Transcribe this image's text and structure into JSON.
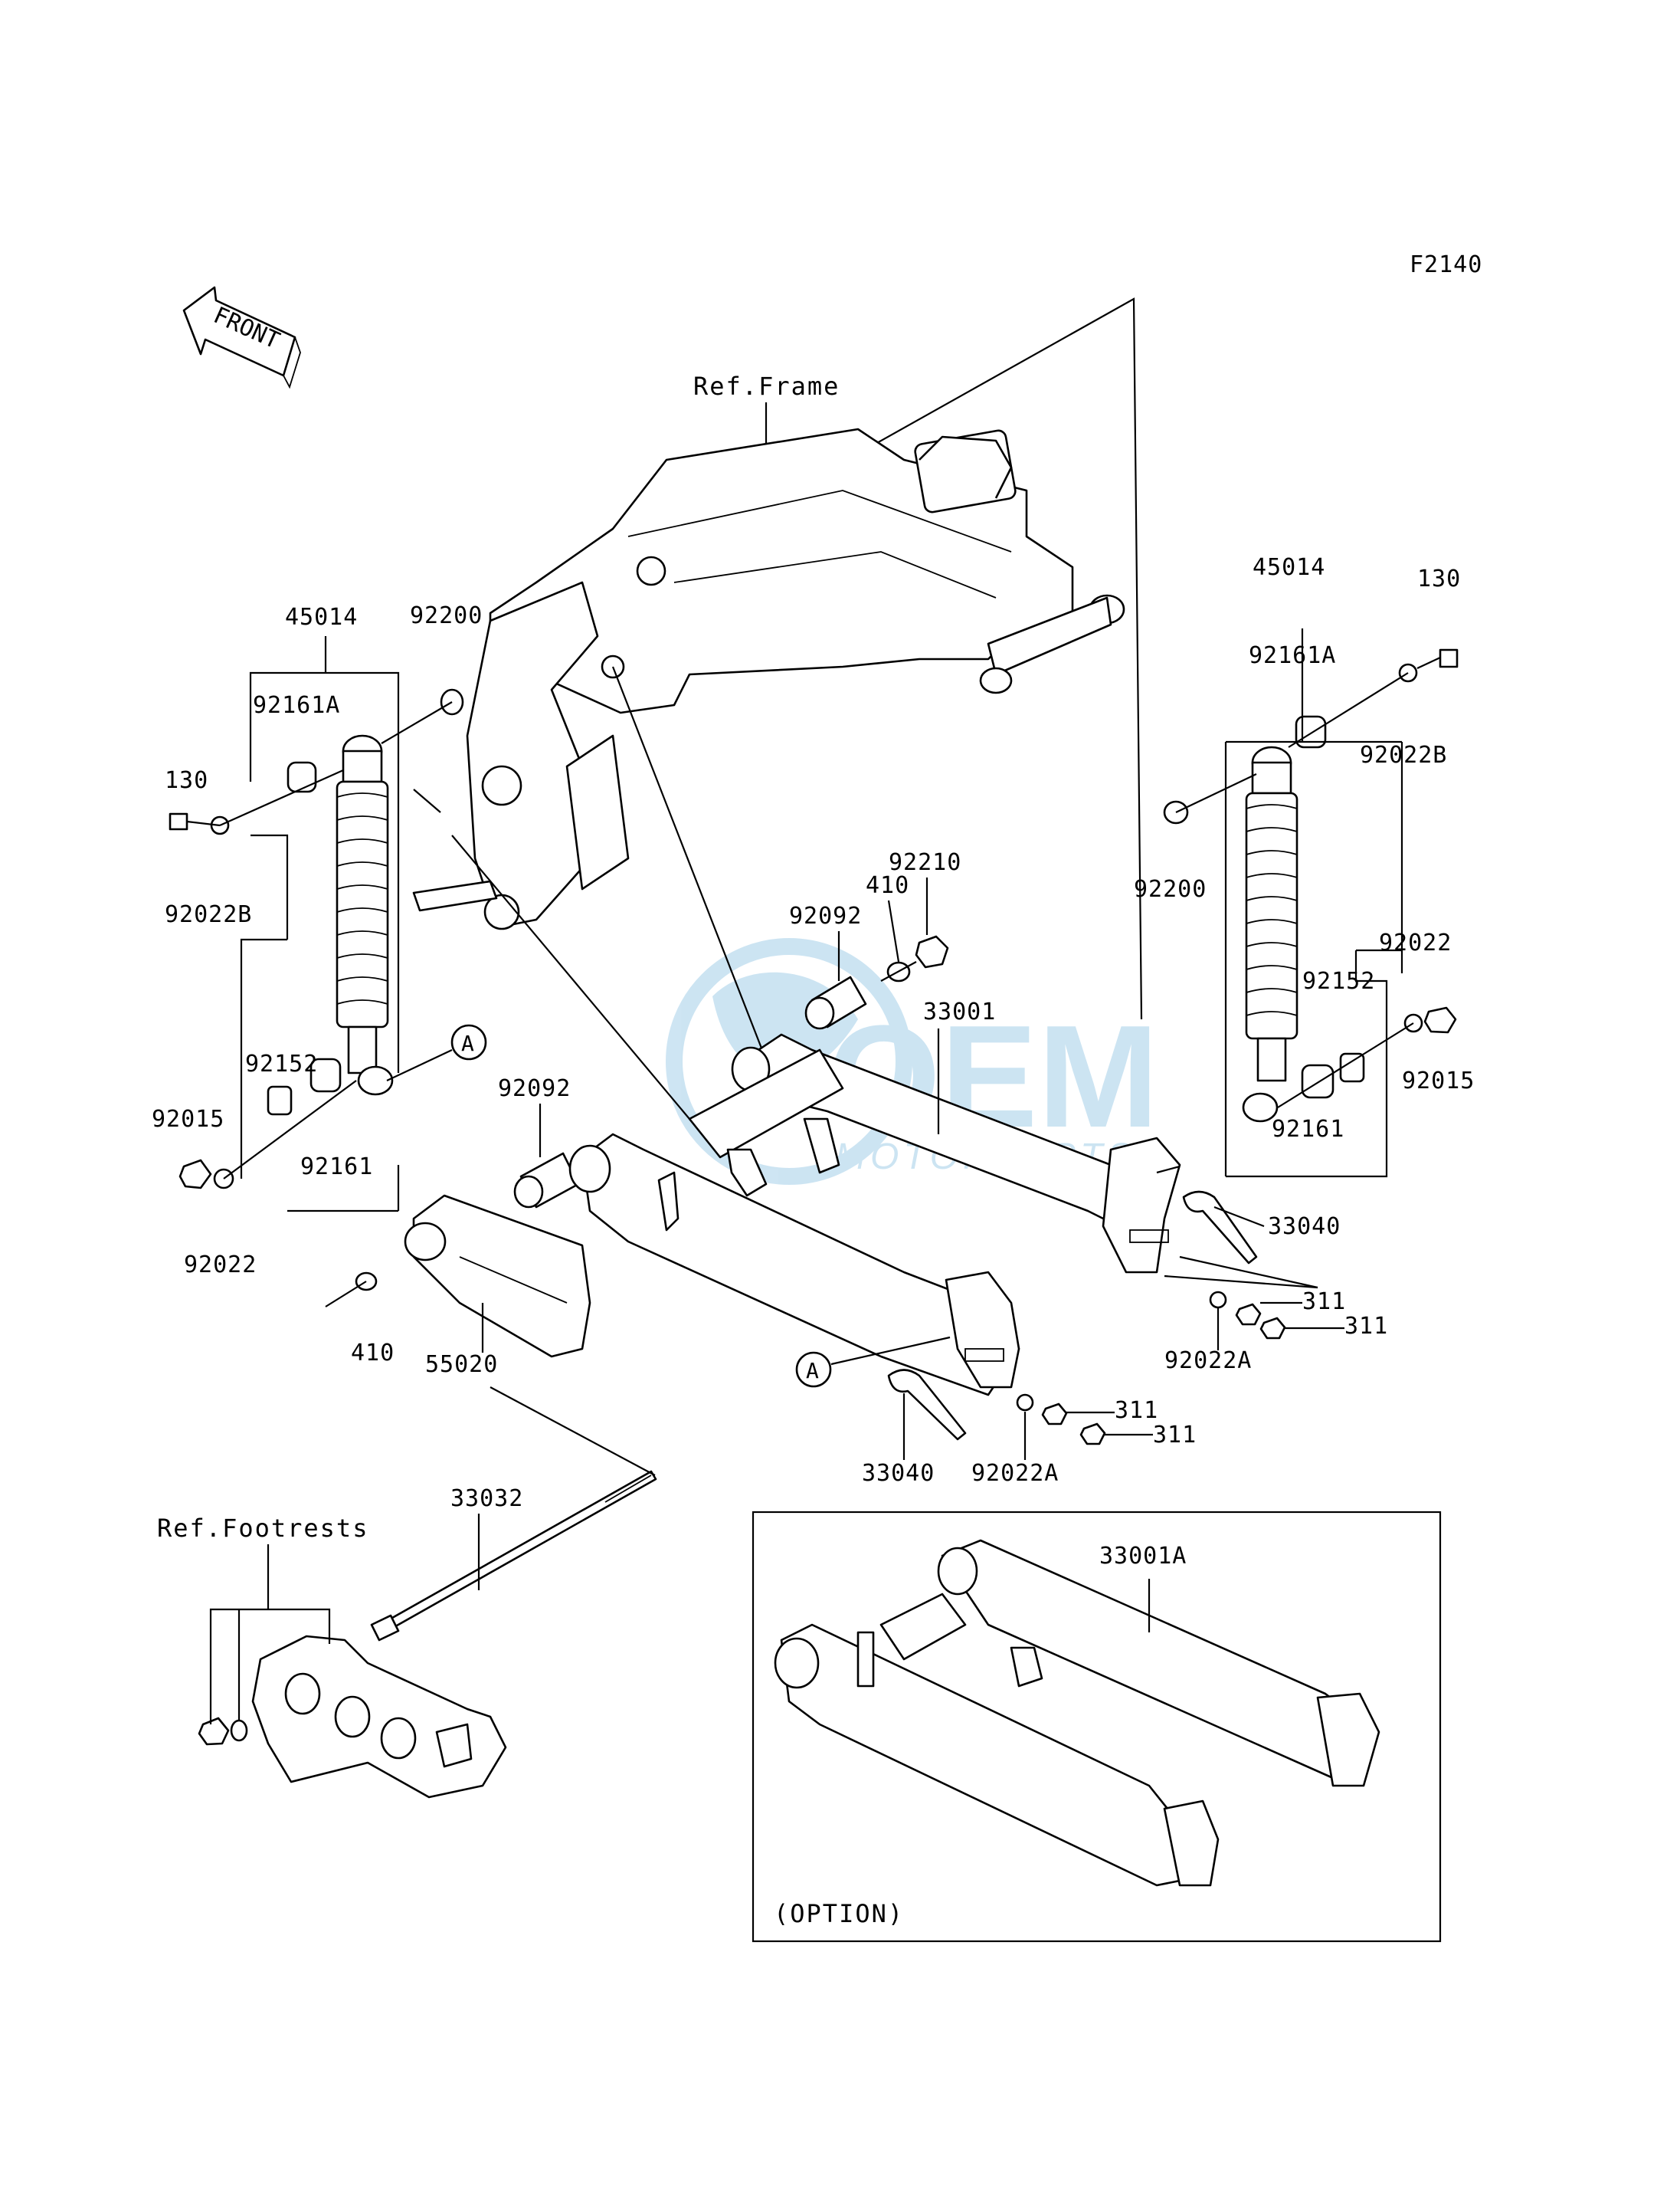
{
  "diagram_code": "F2140",
  "front_label": "FRONT",
  "ref_frame": "Ref.Frame",
  "ref_footrests": "Ref.Footrests",
  "option_label": "(OPTION)",
  "callout_a": "A",
  "watermark": {
    "brand": "OEM",
    "sub": "MOTORPARTS",
    "color": "#1e88c8"
  },
  "parts": {
    "shock_left": "45014",
    "shock_right": "45014",
    "collar_92161a_left": "92161A",
    "collar_92161a_right": "92161A",
    "bolt_130_left": "130",
    "bolt_130_right": "130",
    "washer_92022b_left": "92022B",
    "washer_92022b_right": "92022B",
    "washer_92200_left": "92200",
    "washer_92200_right": "92200",
    "collar_92152_left": "92152",
    "collar_92152_right": "92152",
    "nut_92015_left": "92015",
    "nut_92015_right": "92015",
    "collar_92161_left": "92161",
    "collar_92161_right": "92161",
    "washer_92022_left": "92022",
    "washer_92022_right": "92022",
    "nut_92210": "92210",
    "washer_410_upper": "410",
    "washer_410_lower": "410",
    "bush_92092_upper": "92092",
    "bush_92092_lower": "92092",
    "swingarm": "33001",
    "swingarm_option": "33001A",
    "adjuster_33040_right": "33040",
    "adjuster_33040_lower": "33040",
    "nut_311_a": "311",
    "nut_311_b": "311",
    "nut_311_c": "311",
    "nut_311_d": "311",
    "washer_92022a_right": "92022A",
    "washer_92022a_lower": "92022A",
    "chain_guard": "55020",
    "pivot_shaft": "33032"
  }
}
